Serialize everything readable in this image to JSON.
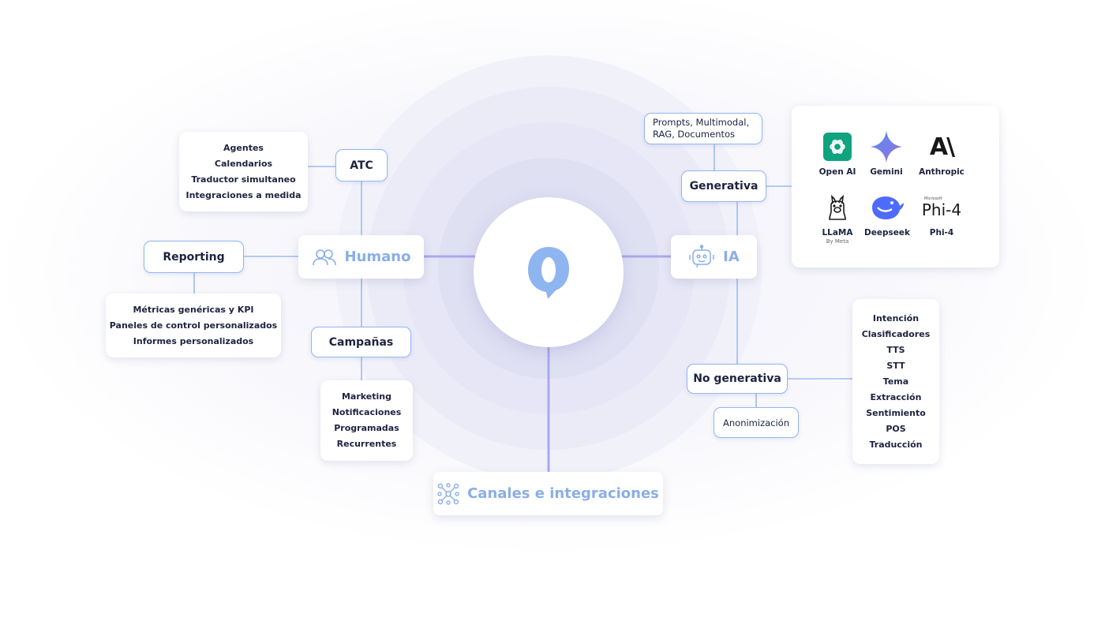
{
  "center": {
    "logo": "chat-bubble-logo",
    "accent": "#8fb5f0"
  },
  "humano": {
    "label": "Humano",
    "icon": "users-icon",
    "atc": {
      "label": "ATC",
      "items": [
        "Agentes",
        "Calendarios",
        "Traductor simultaneo",
        "Integraciones a medida"
      ]
    },
    "reporting": {
      "label": "Reporting",
      "items": [
        "Métricas genéricas y KPI",
        "Paneles de control personalizados",
        "Informes personalizados"
      ]
    },
    "campanas": {
      "label": "Campañas",
      "items": [
        "Marketing",
        "Notificaciones",
        "Programadas",
        "Recurrentes"
      ]
    }
  },
  "ia": {
    "label": "IA",
    "icon": "robot-icon",
    "generativa": {
      "label": "Generativa",
      "features": [
        "Prompts, Multimodal,",
        "RAG, Documentos"
      ],
      "models": [
        {
          "name": "Open AI",
          "icon": "openai-logo"
        },
        {
          "name": "Gemini",
          "icon": "gemini-logo"
        },
        {
          "name": "Anthropic",
          "icon": "anthropic-logo",
          "mark": "A\\"
        },
        {
          "name": "LLaMA",
          "sub": "By Meta",
          "icon": "llama-logo"
        },
        {
          "name": "Deepseek",
          "icon": "deepseek-logo"
        },
        {
          "name": "Phi-4",
          "icon": "phi4-logo",
          "mark": "Phi-4",
          "brand": "Microsoft"
        }
      ]
    },
    "no_generativa": {
      "label": "No generativa",
      "anonimizacion": "Anonimización",
      "items": [
        "Intención",
        "Clasificadores",
        "TTS",
        "STT",
        "Tema",
        "Extracción",
        "Sentimiento",
        "POS",
        "Traducción"
      ]
    }
  },
  "canales": {
    "label": "Canales e integraciones",
    "icon": "network-icon"
  },
  "colors": {
    "line_light": "#9cbdf0",
    "line_strong": "#a9a9ee",
    "text": "#1d2340",
    "node_text": "#8aaee8"
  }
}
